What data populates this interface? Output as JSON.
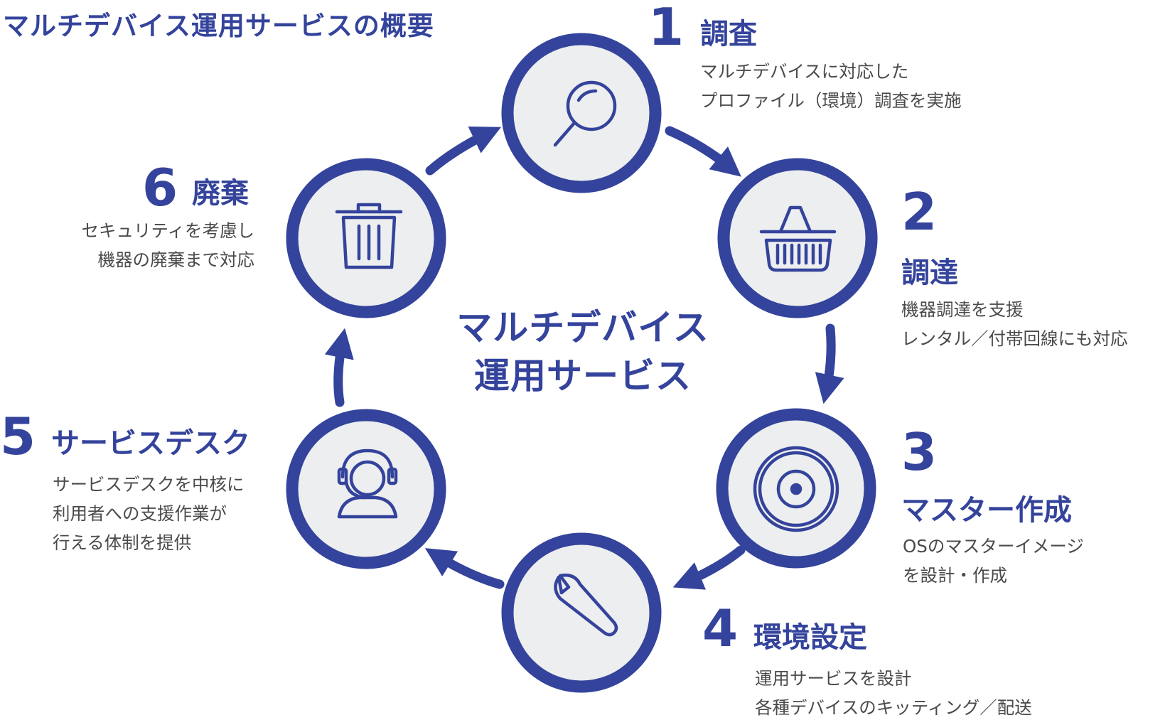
{
  "title": "マルチデバイス運用サービスの概要",
  "center": {
    "line1": "マルチデバイス",
    "line2": "運用サービス"
  },
  "steps": [
    {
      "number": "1",
      "name": "調査",
      "icon": "search-icon",
      "desc": [
        "マルチデバイスに対応した",
        "プロファイル（環境）調査を実施"
      ]
    },
    {
      "number": "2",
      "name": "調達",
      "icon": "basket-icon",
      "desc": [
        "機器調達を支援",
        "レンタル／付帯回線にも対応"
      ]
    },
    {
      "number": "3",
      "name": "マスター作成",
      "icon": "disc-icon",
      "desc": [
        "OSのマスターイメージ",
        "を設計・作成"
      ]
    },
    {
      "number": "4",
      "name": "環境設定",
      "icon": "wrench-icon",
      "desc": [
        "運用サービスを設計",
        "各種デバイスのキッティング／配送"
      ]
    },
    {
      "number": "5",
      "name": "サービスデスク",
      "icon": "headset-icon",
      "desc": [
        "サービスデスクを中核に",
        "利用者への支援作業が",
        "行える体制を提供"
      ]
    },
    {
      "number": "6",
      "name": "廃棄",
      "icon": "trash-icon",
      "desc": [
        "セキュリティを考慮し",
        "機器の廃棄まで対応"
      ]
    }
  ],
  "colors": {
    "primary": "#34439b",
    "circle_fill": "#eceeef",
    "text": "#4a4a4a"
  }
}
